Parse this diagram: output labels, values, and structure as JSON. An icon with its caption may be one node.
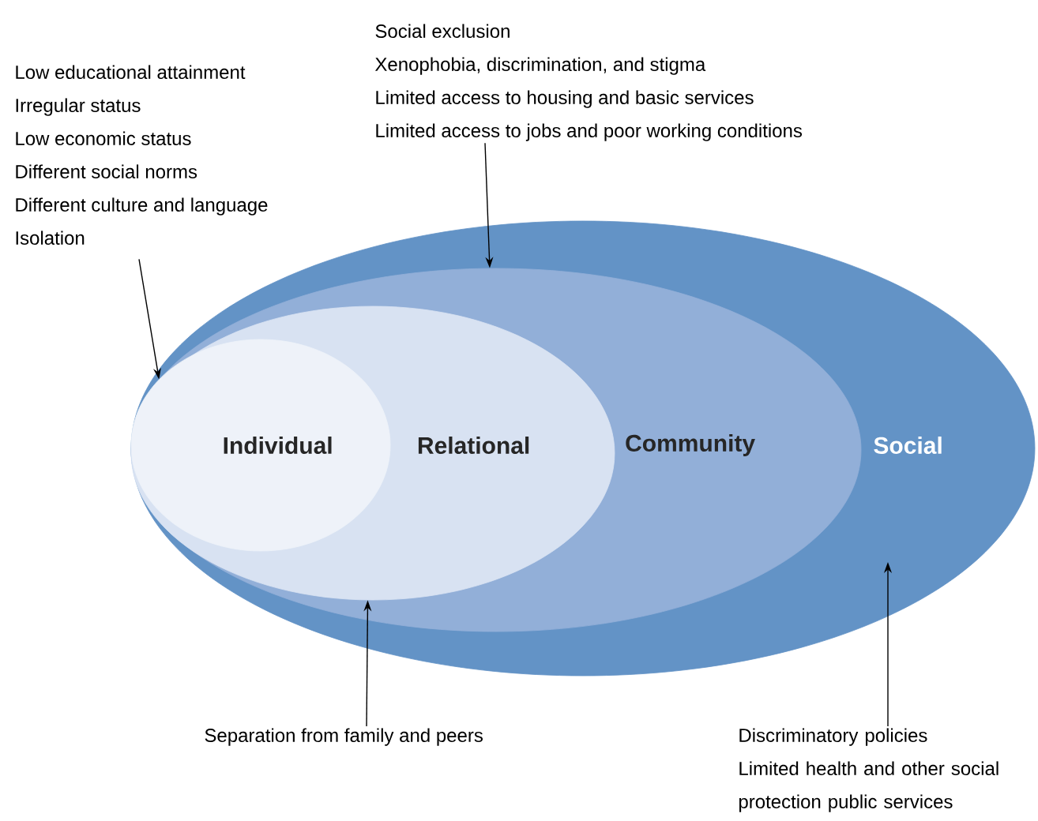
{
  "diagram": {
    "nodes": [
      {
        "text": [
          "Social"
        ]
      },
      {
        "text": [
          "Community"
        ],
        "in": 0
      },
      {
        "text": [
          "Relational"
        ],
        "in": 1
      },
      {
        "text": [
          "Individual"
        ],
        "in": 2
      },
      {
        "text": [
          "Low educational attainment",
          "Irregular status",
          "Low economic status",
          "Different social norms",
          "Different culture and language",
          "Isolation"
        ]
      },
      {
        "text": [
          "Social exclusion",
          "Xenophobia, discrimination, and stigma",
          "Limited access to housing and basic services",
          "Limited access to jobs and poor working conditions"
        ]
      },
      {
        "text": [
          "Separation from family and peers"
        ]
      },
      {
        "text": [
          "Discriminatory policies",
          "Limited health and other social protection public services"
        ]
      }
    ],
    "edges": [
      {
        "from": 4,
        "to": 3,
        "arrow": "to"
      },
      {
        "from": 5,
        "to": 1,
        "arrow": "to"
      },
      {
        "from": 6,
        "to": 2,
        "arrow": "to"
      },
      {
        "from": 7,
        "to": 0,
        "arrow": "to"
      }
    ]
  }
}
